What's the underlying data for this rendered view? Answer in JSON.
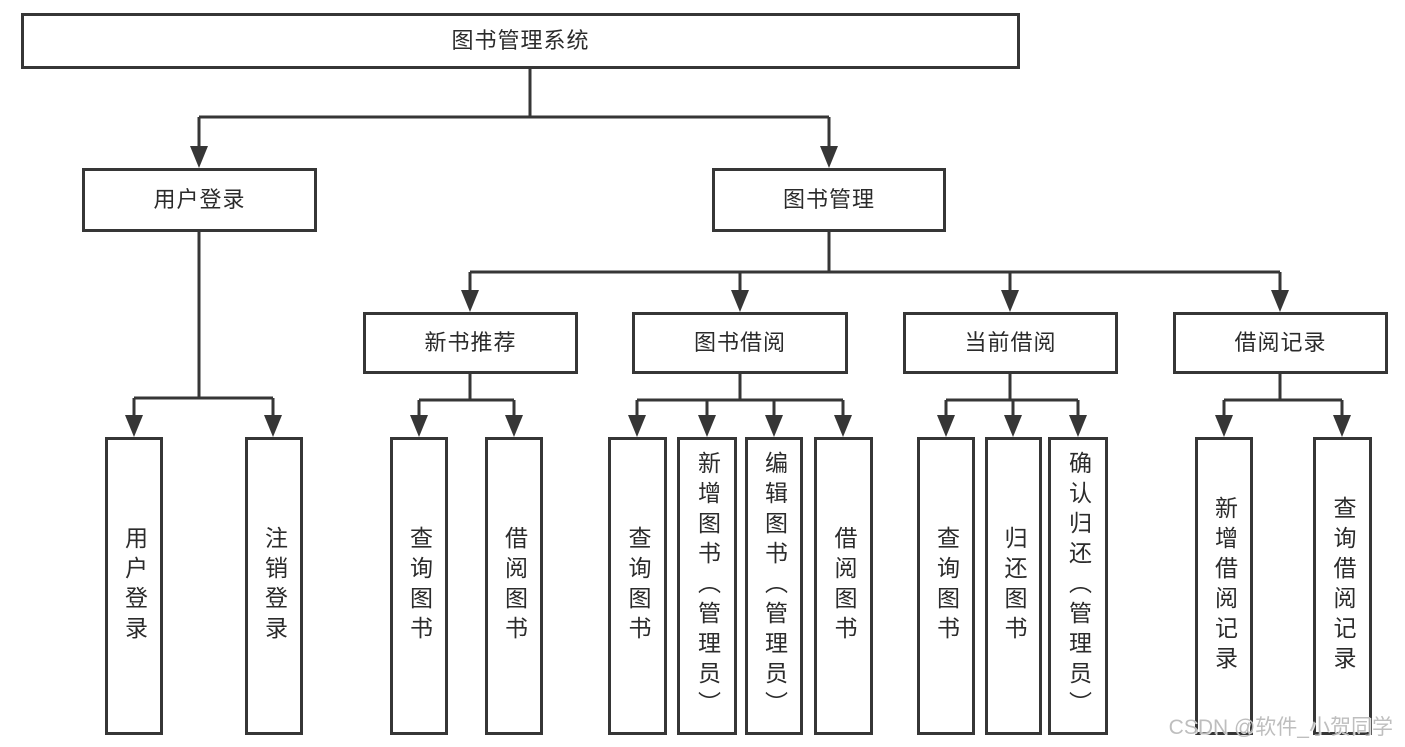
{
  "diagram": {
    "type": "tree",
    "colors": {
      "line": "#363636",
      "box_border": "#363636",
      "text": "#2b2b2b",
      "watermark": "#b9b9b9",
      "background": "#ffffff"
    },
    "root": {
      "label": "图书管理系统",
      "children": [
        {
          "label": "用户登录",
          "children": [
            {
              "label": "用户登录"
            },
            {
              "label": "注销登录"
            }
          ]
        },
        {
          "label": "图书管理",
          "children": [
            {
              "label": "新书推荐",
              "children": [
                {
                  "label": "查询图书"
                },
                {
                  "label": "借阅图书"
                }
              ]
            },
            {
              "label": "图书借阅",
              "children": [
                {
                  "label": "查询图书"
                },
                {
                  "label": "新增图书（管理员）"
                },
                {
                  "label": "编辑图书（管理员）"
                },
                {
                  "label": "借阅图书"
                }
              ]
            },
            {
              "label": "当前借阅",
              "children": [
                {
                  "label": "查询图书"
                },
                {
                  "label": "归还图书"
                },
                {
                  "label": "确认归还（管理员）"
                }
              ]
            },
            {
              "label": "借阅记录",
              "children": [
                {
                  "label": "新增借阅记录"
                },
                {
                  "label": "查询借阅记录"
                }
              ]
            }
          ]
        }
      ]
    },
    "watermark": {
      "text": "CSDN @软件_小贺同学"
    }
  }
}
